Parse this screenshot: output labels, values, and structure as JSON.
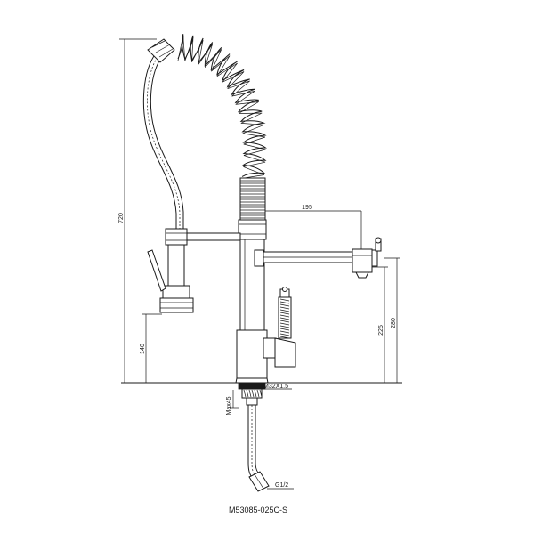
{
  "dimensions": {
    "height_total": "720",
    "reach": "195",
    "height_spout_top": "280",
    "height_spout_outlet": "225",
    "height_sprayer": "140",
    "deck_thread": "M32X1.5",
    "deck_max": "Max45",
    "hose_thread": "G1/2"
  },
  "model_number": "M53085-025C-S"
}
